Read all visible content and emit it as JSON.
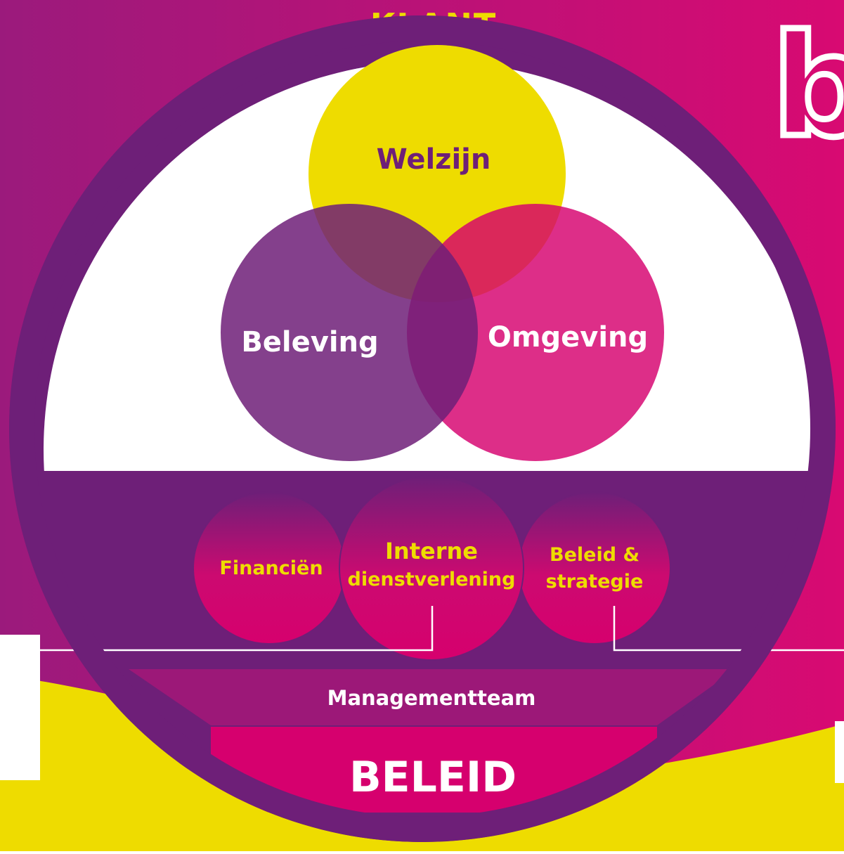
{
  "ring": {
    "label": "KLANT"
  },
  "venn": {
    "top": "Welzijn",
    "left": "Beleving",
    "right": "Omgeving"
  },
  "pillars": {
    "left": "Financiën",
    "center_line1": "Interne",
    "center_line2": "dienstverlening",
    "right_line1": "Beleid &",
    "right_line2": "strategie"
  },
  "management": "Managementteam",
  "base": "BELEID",
  "logo_letter": "b",
  "colors": {
    "purple": "#6e1f78",
    "magenta": "#d6006e",
    "yellow": "#eedc00",
    "white": "#ffffff"
  }
}
